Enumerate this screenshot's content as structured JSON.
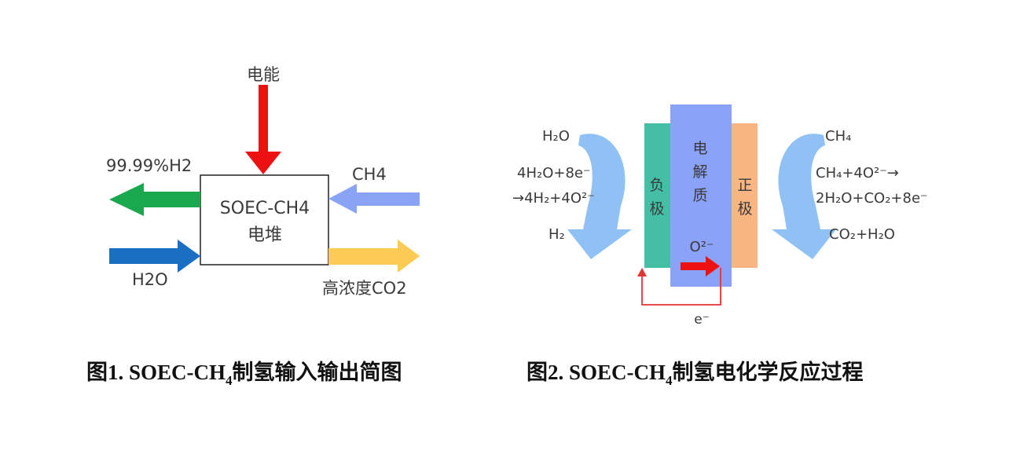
{
  "figure1": {
    "energy_label": "电能",
    "h2_out_label": "99.99%H2",
    "ch4_in_label": "CH4",
    "stack_line1": "SOEC-CH4",
    "stack_line2": "电堆",
    "h2o_in_label": "H2O",
    "co2_out_label": "高浓度CO2",
    "caption_prefix": "图1. SOEC-CH",
    "caption_sub": "4",
    "caption_suffix": "制氢输入输出简图",
    "colors": {
      "energy": "#ee1111",
      "h2": "#1aa84f",
      "ch4": "#8aa4f5",
      "h2o": "#1a6fc2",
      "co2": "#fccb55"
    }
  },
  "figure2": {
    "left": {
      "in": "H₂O",
      "eq_line1": "4H₂O+8e⁻",
      "eq_line2": "→4H₂+4O²⁻",
      "out": "H₂"
    },
    "right": {
      "in": "CH₄",
      "eq_line1": "CH₄+4O²⁻→",
      "eq_line2": "2H₂O+CO₂+8e⁻",
      "out": "CO₂+H₂O"
    },
    "cathode_label": [
      "负",
      "极"
    ],
    "electrolyte_label": [
      "电",
      "解",
      "质"
    ],
    "anode_label": [
      "正",
      "极"
    ],
    "ion_label": "O²⁻",
    "electron_label": "e⁻",
    "caption_prefix": "图2. SOEC-CH",
    "caption_sub": "4",
    "caption_suffix": "制氢电化学反应过程",
    "colors": {
      "cathode": "#44bfa5",
      "electrolyte": "#8aa2f7",
      "anode": "#f9b582",
      "curl": "#8fc1f5",
      "ion_arrow": "#ee1111",
      "wire": "#e33"
    }
  }
}
